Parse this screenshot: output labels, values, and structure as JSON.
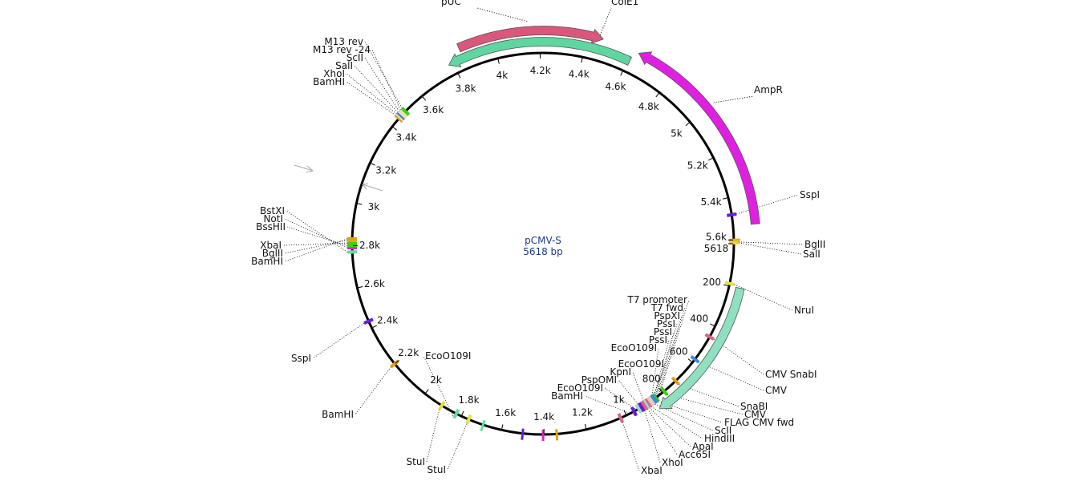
{
  "plasmid": {
    "name": "pCMV-S",
    "length_label": "5618 bp",
    "length": 5618
  },
  "ticks": [
    "5618",
    "200",
    "400",
    "600",
    "800",
    "1k",
    "1.2k",
    "1.4k",
    "1.6k",
    "1.8k",
    "2k",
    "2.2k",
    "2.4k",
    "2.6k",
    "2.8k",
    "3k",
    "3.2k",
    "3.4k",
    "3.6k",
    "3.8k",
    "4k",
    "4.2k",
    "4.4k",
    "4.6k",
    "4.8k",
    "5k",
    "5.2k",
    "5.4k",
    "5.6k"
  ],
  "features": [
    {
      "name": "pUC",
      "start": 3850,
      "end": 4470,
      "direction": "forward",
      "color": "#d9577a",
      "ring": 1
    },
    {
      "name": "ColE1",
      "start": 3780,
      "end": 4610,
      "direction": "reverse",
      "color": "#5fd6a0",
      "ring": 0
    },
    {
      "name": "AmpR",
      "start": 4630,
      "end": 5535,
      "direction": "reverse",
      "color": "#e020e0",
      "ring": 1
    },
    {
      "name": "CMV",
      "start": 199,
      "end": 855,
      "direction": "forward",
      "color": "#8fe0c0",
      "ring": 0
    }
  ],
  "sites": [
    {
      "name": "SspI",
      "bp": 5482,
      "color": "#6a1ad8"
    },
    {
      "name": "BglII",
      "bp": 5610,
      "color": "#e8d040"
    },
    {
      "name": "SalI",
      "bp": 5614,
      "color": "#e8d040"
    },
    {
      "name": "NruI",
      "bp": 188,
      "color": "#e8e040"
    },
    {
      "name": "CMV SnabI",
      "bp": 456,
      "color": "#e06080"
    },
    {
      "name": "CMV",
      "bp": 582,
      "color": "#3a8ae0"
    },
    {
      "name": "SnaBI",
      "bp": 718,
      "color": "#e0a010"
    },
    {
      "name": "CMV",
      "bp": 790,
      "color": "#40d010"
    },
    {
      "name": "FLAG CMV fwd",
      "bp": 840,
      "color": "#30c030"
    },
    {
      "name": "ScII",
      "bp": 860,
      "color": "#40d010"
    },
    {
      "name": "HindIII",
      "bp": 880,
      "color": "#3a7ae0"
    },
    {
      "name": "ApaI",
      "bp": 890,
      "color": "#6a1ad8"
    },
    {
      "name": "Acc65I",
      "bp": 900,
      "color": "#60e010"
    },
    {
      "name": "XhoI",
      "bp": 915,
      "color": "#6a1ad8"
    },
    {
      "name": "XbaI",
      "bp": 1030,
      "color": "#e06080"
    },
    {
      "name": "T7 promoter",
      "bp": 850,
      "color": "#3a8ae0"
    },
    {
      "name": "T7 fwd",
      "bp": 855,
      "color": "#3a8ae0"
    },
    {
      "name": "PspXI",
      "bp": 865,
      "color": "#e8d0b0"
    },
    {
      "name": "PssI",
      "bp": 870,
      "color": "#e8d0b0"
    },
    {
      "name": "PssI",
      "bp": 875,
      "color": "#f0c0c0"
    },
    {
      "name": "PssI",
      "bp": 880,
      "color": "#f0c0c0"
    },
    {
      "name": "EcoO109I",
      "bp": 885,
      "color": "#e06080"
    },
    {
      "name": "EcoO109I",
      "bp": 895,
      "color": "#8fe0d0"
    },
    {
      "name": "KpnI",
      "bp": 905,
      "color": "#e06080"
    },
    {
      "name": "PspOMI",
      "bp": 920,
      "color": "#6a1ad8"
    },
    {
      "name": "EcoO109I",
      "bp": 935,
      "color": "#8fe0d0"
    },
    {
      "name": "BamHI",
      "bp": 960,
      "color": "#6a1ad8"
    },
    {
      "name": "EcoO109I",
      "bp": 1826,
      "color": "#60e0a0"
    },
    {
      "name": "StuI",
      "bp": 1904,
      "color": "#e8e040"
    },
    {
      "name": "StuI",
      "bp": 1762,
      "color": "#e8e040"
    },
    {
      "name": "BamHI",
      "bp": 2200,
      "color": "#e0a010"
    },
    {
      "name": "SspI",
      "bp": 2435,
      "color": "#6a1ad8"
    },
    {
      "name": "BstXI",
      "bp": 2770,
      "color": "#60e0a0"
    },
    {
      "name": "NotI",
      "bp": 2790,
      "color": "#e020e0"
    },
    {
      "name": "BssHII",
      "bp": 2800,
      "color": "#40d010"
    },
    {
      "name": "XbaI",
      "bp": 2812,
      "color": "#40d010"
    },
    {
      "name": "BglII",
      "bp": 2825,
      "color": "#e0b020"
    },
    {
      "name": "BamHI",
      "bp": 2832,
      "color": "#e0a010"
    },
    {
      "name": "BamHI",
      "bp": 3450,
      "color": "#e0a010"
    },
    {
      "name": "XhoI",
      "bp": 3458,
      "color": "#e8e0b0"
    },
    {
      "name": "SalI",
      "bp": 3466,
      "color": "#3a7ae0"
    },
    {
      "name": "ScII",
      "bp": 3474,
      "color": "#e8e0b0"
    },
    {
      "name": "M13 rev -24",
      "bp": 3484,
      "color": "#e8e0b0"
    },
    {
      "name": "M13 rev",
      "bp": 3494,
      "color": "#40d010"
    }
  ],
  "extra_marks": [
    {
      "bp": 1500,
      "color": "#6a1ad8"
    },
    {
      "bp": 1404,
      "color": "#e020c0"
    },
    {
      "bp": 1340,
      "color": "#e0a010"
    },
    {
      "bp": 1690,
      "color": "#60e0a0"
    },
    {
      "bp": 5600,
      "color": "#e0b020"
    }
  ]
}
